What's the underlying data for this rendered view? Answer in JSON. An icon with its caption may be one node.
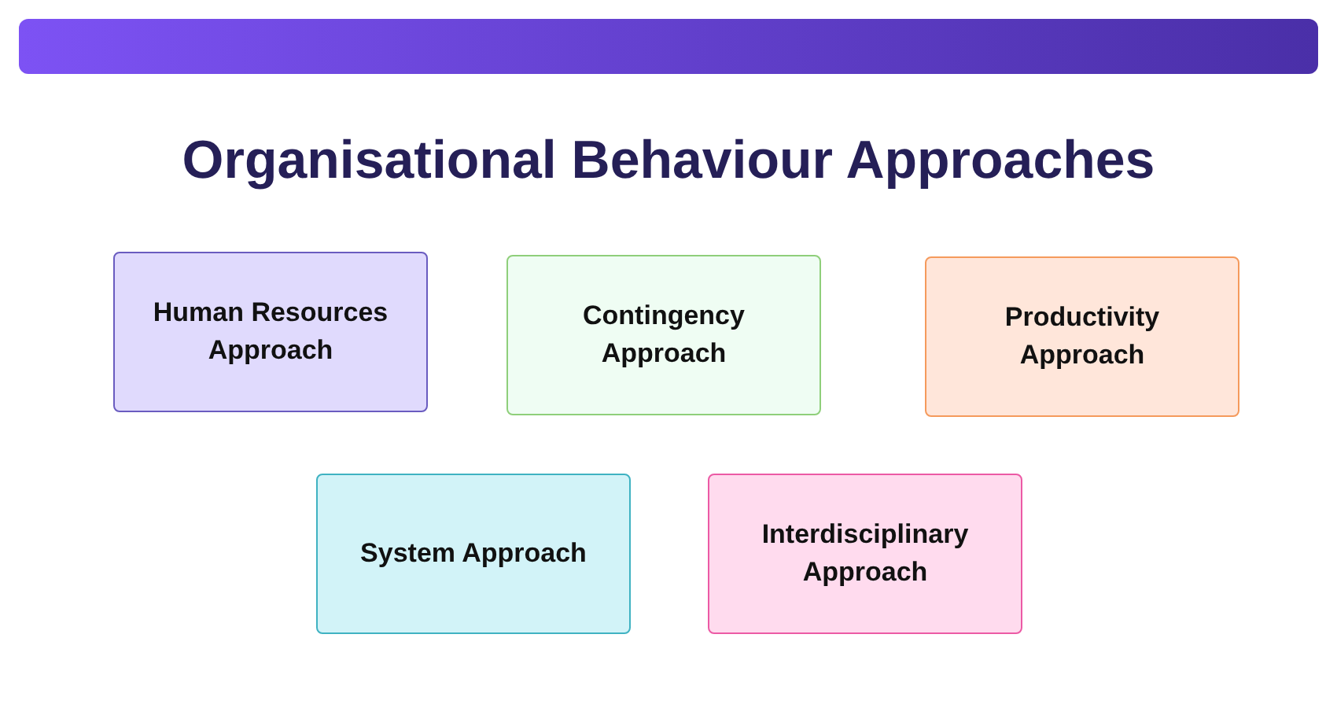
{
  "diagram": {
    "title": "Organisational Behaviour Approaches",
    "nodes": [
      {
        "text": [
          "Human Resources Approach"
        ]
      },
      {
        "text": [
          "Contingency Approach"
        ]
      },
      {
        "text": [
          "Productivity Approach"
        ]
      },
      {
        "text": [
          "System Approach"
        ]
      },
      {
        "text": [
          "Interdisciplinary Approach"
        ]
      }
    ]
  }
}
